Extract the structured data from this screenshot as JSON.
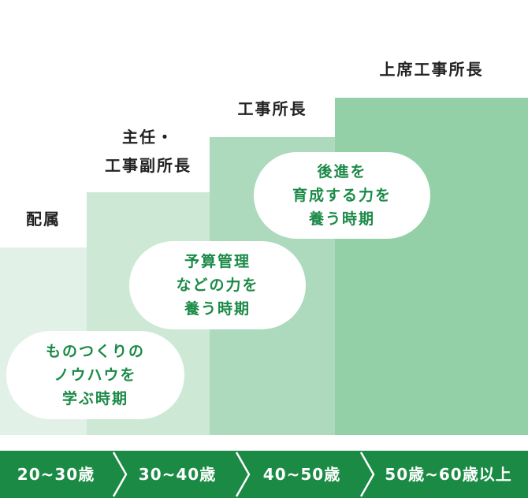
{
  "stages": [
    {
      "role_lines": [
        "配属"
      ],
      "bubble_lines": [
        "ものつくりの",
        "ノウハウを",
        "学ぶ時期"
      ],
      "period": "20~30歳"
    },
    {
      "role_lines": [
        "主任・",
        "工事副所長"
      ],
      "bubble_lines": [
        "予算管理",
        "などの力を",
        "養う時期"
      ],
      "period": "30~40歳"
    },
    {
      "role_lines": [
        "工事所長"
      ],
      "bubble_lines": [
        "後進を",
        "育成する力を",
        "養う時期"
      ],
      "period": "40~50歳"
    },
    {
      "role_lines": [
        "上席工事所長"
      ],
      "period": "50歳~60歳以上"
    }
  ],
  "colors": {
    "step_1": "#e2f1e7",
    "step_2": "#cde9d6",
    "step_3": "#add9bc",
    "step_4": "#93d0a8",
    "bubble_text": "#1b8a47",
    "timeline": "#1a8a44"
  }
}
